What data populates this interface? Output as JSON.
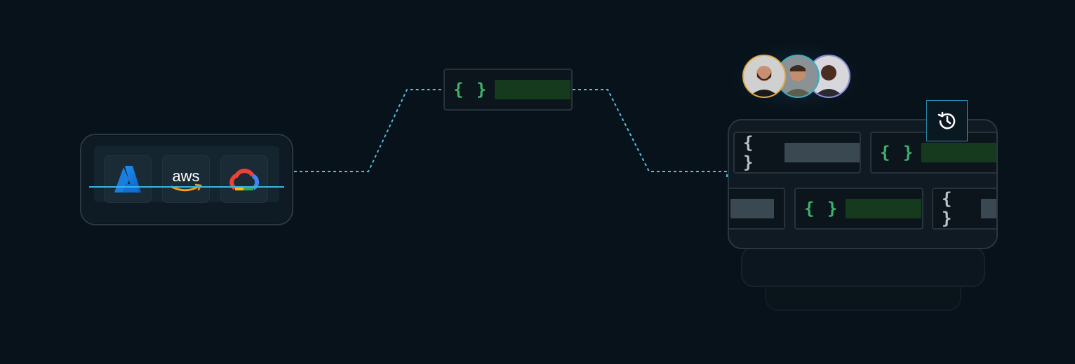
{
  "providers": [
    {
      "name": "Azure",
      "icon": "azure-icon"
    },
    {
      "name": "AWS",
      "icon": "aws-icon",
      "text": "aws"
    },
    {
      "name": "Google Cloud",
      "icon": "google-cloud-icon"
    }
  ],
  "brace_text": "{ }",
  "colors": {
    "background": "#08121a",
    "wire": "#4fc3e8",
    "green_brace": "#3db36a",
    "green_bar": "#153a1e",
    "gray_brace": "#b8c2ca",
    "gray_bar": "#3a4852",
    "history_border": "#2a8fb3"
  },
  "history_button": {
    "icon": "history-icon"
  },
  "collaborators": [
    {
      "name": "collaborator-1",
      "ring": "#e8a93a"
    },
    {
      "name": "collaborator-2",
      "ring": "#3ab0c8"
    },
    {
      "name": "collaborator-3",
      "ring": "#8a8ee0"
    }
  ]
}
